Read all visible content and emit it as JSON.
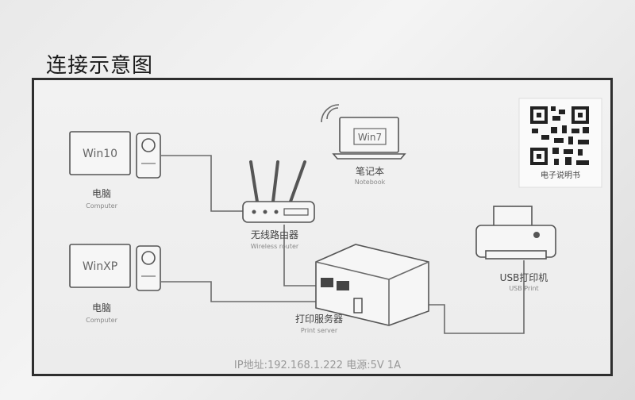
{
  "title": "连接示意图",
  "devices": {
    "pc1": {
      "screen": "Win10",
      "label_zh": "电脑",
      "label_en": "Computer"
    },
    "pc2": {
      "screen": "WinXP",
      "label_zh": "电脑",
      "label_en": "Computer"
    },
    "router": {
      "label_zh": "无线路由器",
      "label_en": "Wireless router"
    },
    "notebook": {
      "screen": "Win7",
      "label_zh": "笔记本",
      "label_en": "Notebook"
    },
    "print_server": {
      "label_zh": "打印服务器",
      "label_en": "Print server"
    },
    "printer": {
      "label_zh": "USB打印机",
      "label_en": "USB Print"
    },
    "qr": {
      "label": "电子说明书"
    }
  },
  "footer": "IP地址:192.168.1.222   电源:5V 1A"
}
